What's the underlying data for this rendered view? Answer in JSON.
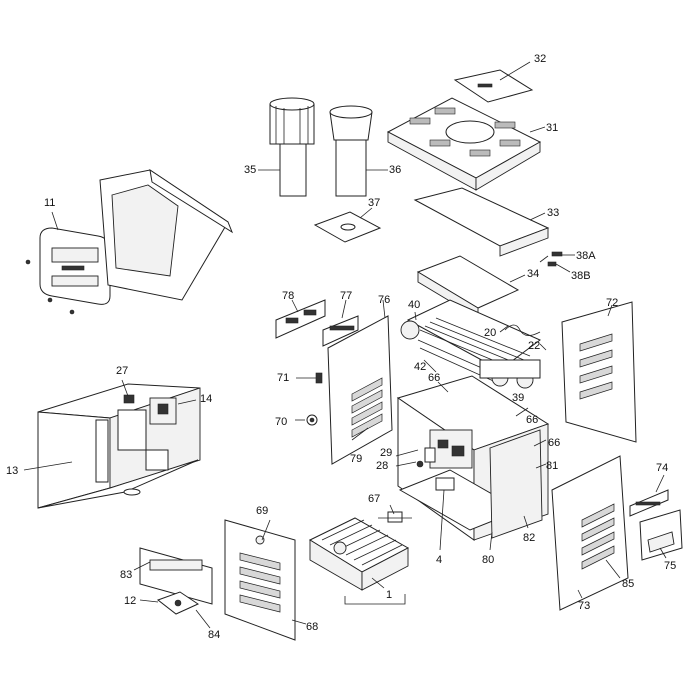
{
  "diagram": {
    "labels": {
      "l1": "1",
      "l4": "4",
      "l11": "11",
      "l12": "12",
      "l13": "13",
      "l14": "14",
      "l20": "20",
      "l22": "22",
      "l27": "27",
      "l28": "28",
      "l29": "29",
      "l31": "31",
      "l32": "32",
      "l33": "33",
      "l34": "34",
      "l35": "35",
      "l36": "36",
      "l37": "37",
      "l38a": "38A",
      "l38b": "38B",
      "l39": "39",
      "l40": "40",
      "l42": "42",
      "l66a": "66",
      "l66b": "66",
      "l66c": "66",
      "l67": "67",
      "l68": "68",
      "l69": "69",
      "l70": "70",
      "l71": "71",
      "l72": "72",
      "l73": "73",
      "l74": "74",
      "l75": "75",
      "l76": "76",
      "l77": "77",
      "l78": "78",
      "l79": "79",
      "l80": "80",
      "l81": "81",
      "l82": "82",
      "l83": "83",
      "l84": "84",
      "l85": "85"
    }
  }
}
